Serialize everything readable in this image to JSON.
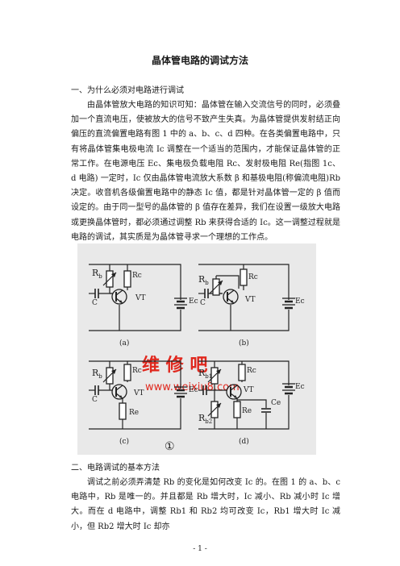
{
  "document": {
    "title": "晶体管电路的调试方法",
    "section1_heading": "一、为什么必须对电路进行调试",
    "section1_para": "由晶体管放大电路的知识可知：晶体管在输入交流信号的同时，必须叠加一个直流电压，使被放大的信号不致产生失真。为晶体管提供发射结正向偏压的直流偏置电路有图 1 中的 a、b、c、d 四种。在各类偏置电路中，只有将晶体管集电极电流 Ic 调整在一个适当的范围内，才能保证晶体管的正常工作。在电源电压 Ec、集电极负载电阻 Rc、发射极电阻 Re(指图 1c、d 电路) 一定时，Ic 仅由晶体管电流放大系数 β 和基极电阻(称偏流电阻)Rb 决定。收音机各级偏置电路中的静态 Ic 值，都是针对晶体管一定的 β 值而设定的。由于同一型号的晶体管的 β 值存在差异，我们在设置一级放大电路或更换晶体管时，都必须通过调整 Rb 来获得合适的 Ic。这一调整过程就是电路的调试，其实质是为晶体管寻求一个理想的工作点。",
    "section2_heading": "二、电路调试的基本方法",
    "section2_para": "调试之前必须弄清楚 Rb 的变化是如何改变 Ic 的。在图 1 的 a、b、c 电路中，Rb 是唯一的。并且都是 Rb 增大时，Ic 减小、Rb 减小时 Ic 增大。而在 d 电路中，调整 Rb1 和 Rb2 均可改变 Ic，Rb1 增大时 Ic 减小，但 Rb2 增大时 Ic 却亦",
    "page_number": "- 1 -"
  },
  "figure": {
    "labels": {
      "rb": "R",
      "rb_sub": "b",
      "rb1_sub": "b1",
      "rb2_sub": "b2",
      "rc": "Rc",
      "re": "Re",
      "vt": "VT",
      "ec": "Ec",
      "c": "C",
      "ce": "Ce"
    },
    "panels": [
      "(a)",
      "(b)",
      "(c)",
      "(d)"
    ],
    "figure_number": "①",
    "watermark_cn": "维 修 吧",
    "watermark_url": "www.weixiu8.com"
  },
  "colors": {
    "watermark": "#e0281e",
    "text": "#1a1a1a",
    "figure_bg": "#e9e9e9"
  }
}
